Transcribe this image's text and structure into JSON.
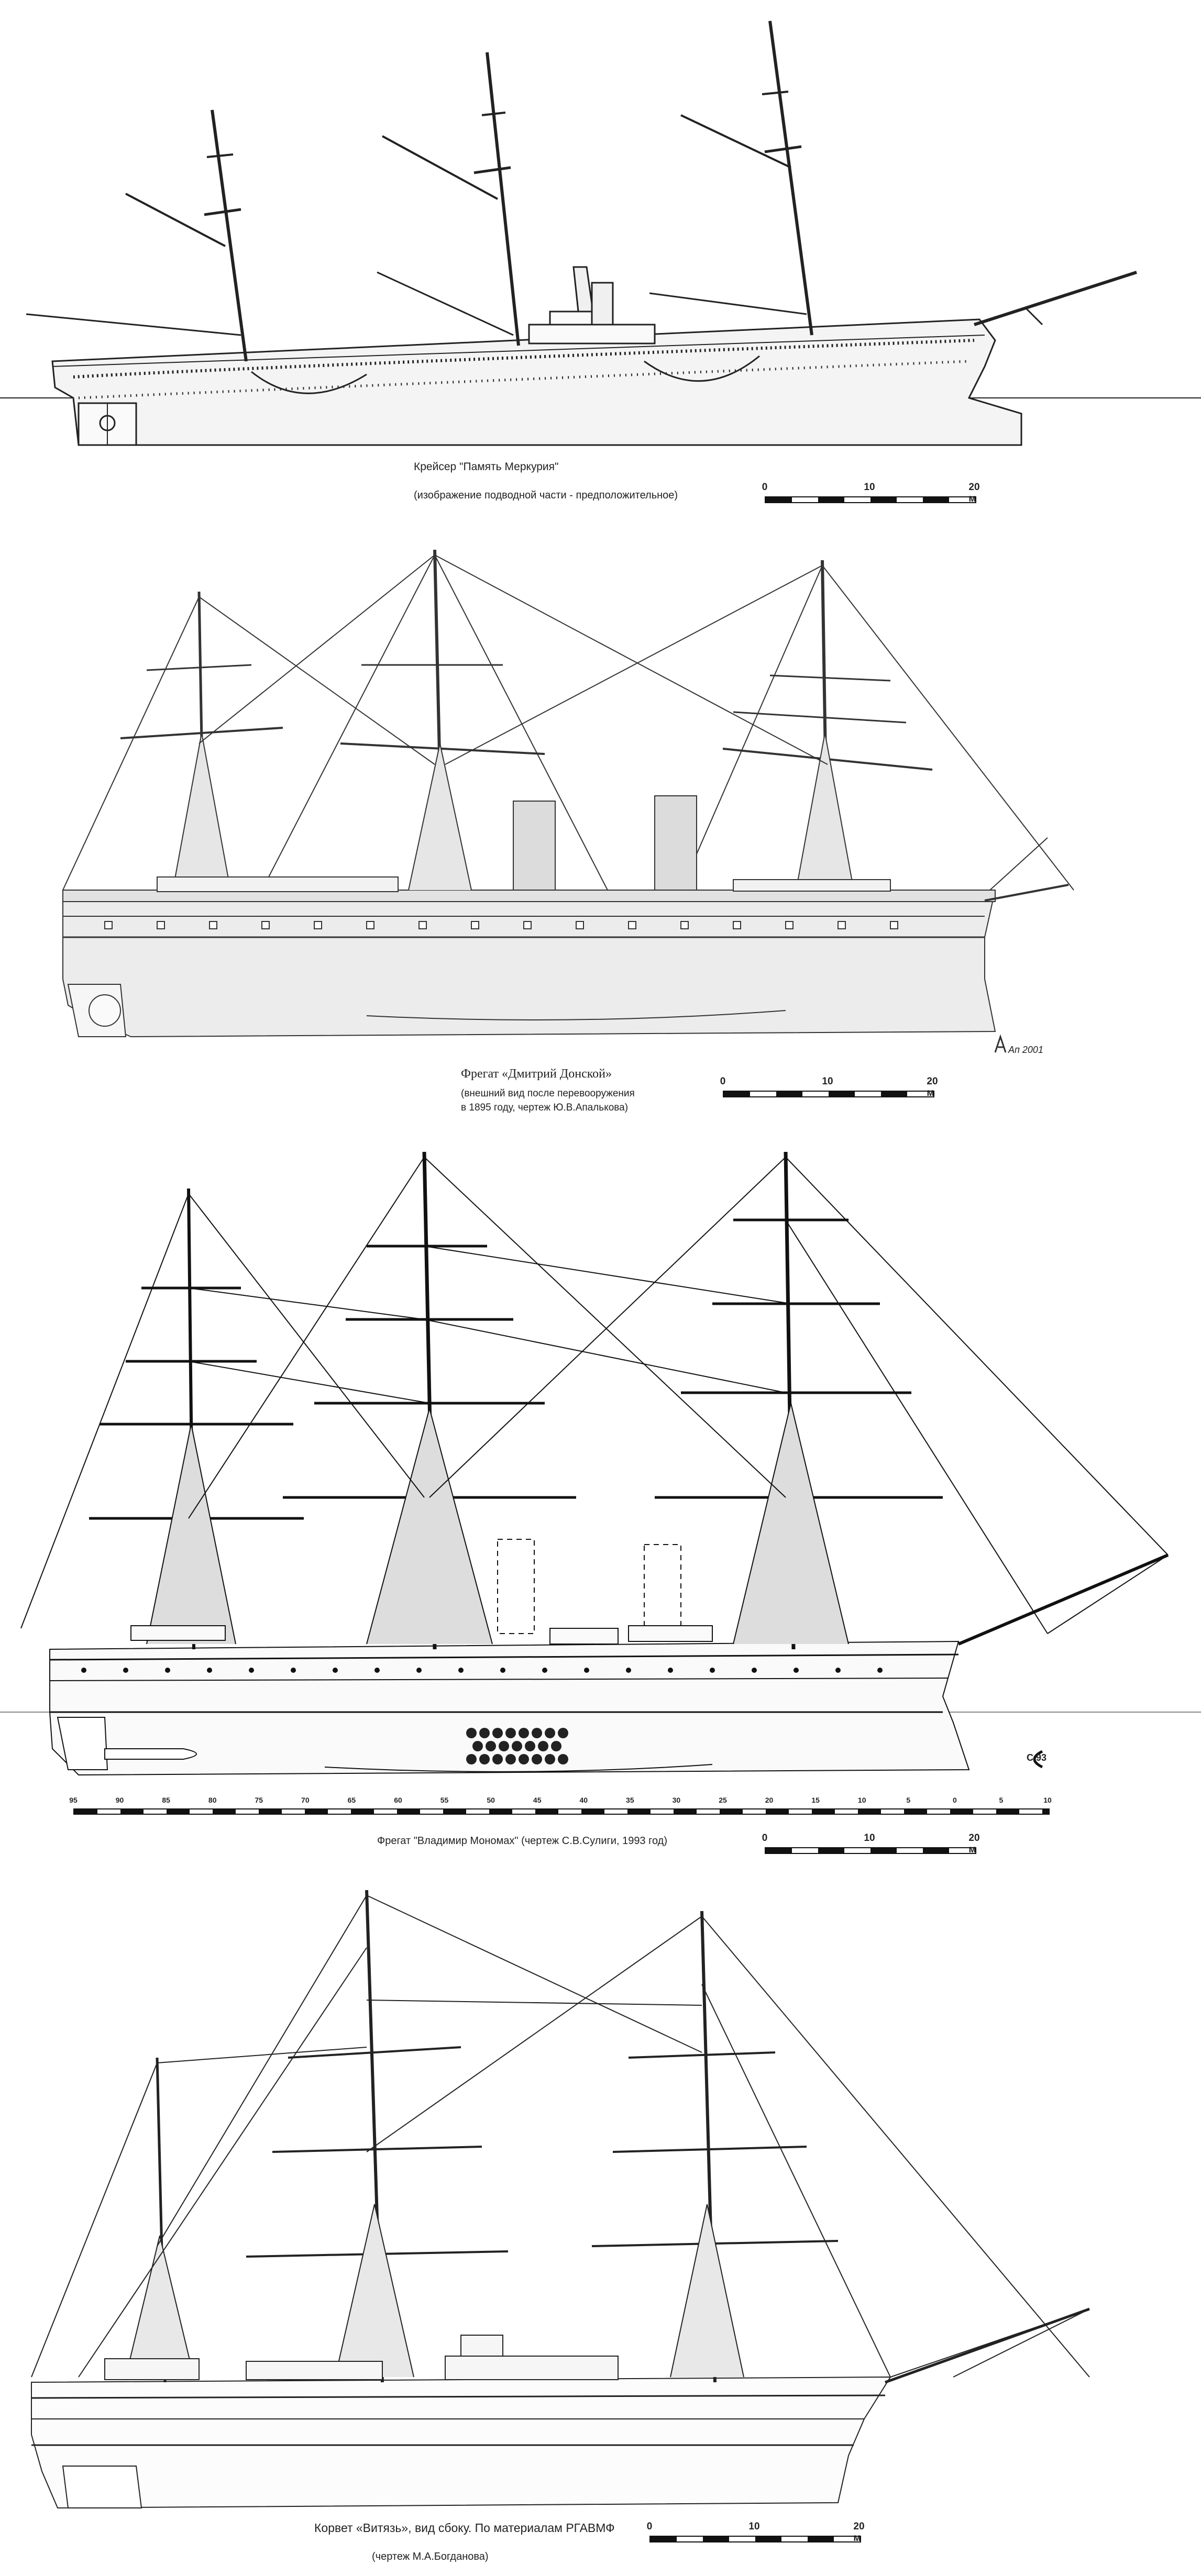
{
  "plates": [
    {
      "caption": "Крейсер \"Память Меркурия\"",
      "note": "(изображение подводной части - предположительное)",
      "scale": {
        "labels": [
          "0",
          "10",
          "20 м"
        ]
      }
    },
    {
      "caption": "Фрегат «Дмитрий Донской»",
      "note_line1": "(внешний вид после перевооружения",
      "note_line2": "в 1895 году, чертеж Ю.В.Апалькова)",
      "signature": "Ап 2001",
      "scale": {
        "labels": [
          "0",
          "10",
          "20 м"
        ]
      }
    },
    {
      "caption": "Фрегат \"Владимир Мономах\" (чертеж С.В.Сулиги, 1993 год)",
      "signature": "С 93",
      "frame_ruler": [
        "95",
        "90",
        "85",
        "80",
        "75",
        "70",
        "65",
        "60",
        "55",
        "50",
        "45",
        "40",
        "35",
        "30",
        "25",
        "20",
        "15",
        "10",
        "5",
        "0",
        "5",
        "10"
      ],
      "scale": {
        "labels": [
          "0",
          "10",
          "20 м"
        ]
      }
    },
    {
      "caption": "Корвет «Витязь», вид сбоку. По материалам РГАВМФ",
      "note": "(чертеж М.А.Богданова)",
      "scale": {
        "labels": [
          "0",
          "10",
          "20 м"
        ]
      }
    }
  ],
  "colors": {
    "ink": "#222222",
    "hull_tint": "#ededed",
    "paper": "#ffffff"
  }
}
